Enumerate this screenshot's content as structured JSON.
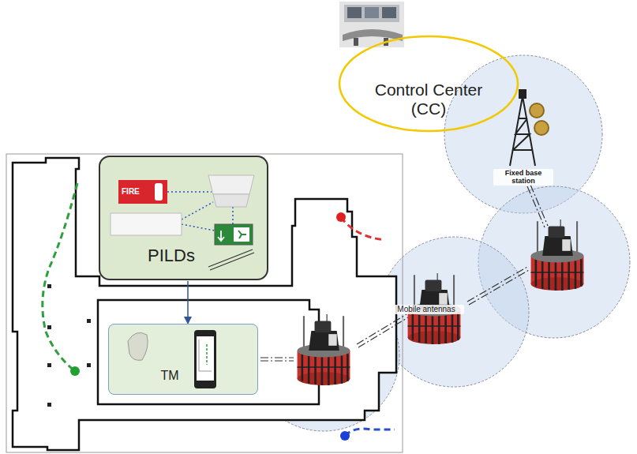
{
  "diagram": {
    "nodes": [
      {
        "text": [
          "Control Center (CC)"
        ]
      },
      {
        "text": [
          "Fixed base station"
        ]
      },
      {
        "text": [
          "PILDs"
        ]
      },
      {
        "text": [
          "TM"
        ]
      },
      {
        "text": [
          "Mobile antennas"
        ]
      }
    ],
    "edges": [
      {
        "from": 2,
        "to": 3,
        "arrow": "to"
      }
    ],
    "labels": [
      "FIRE"
    ]
  }
}
